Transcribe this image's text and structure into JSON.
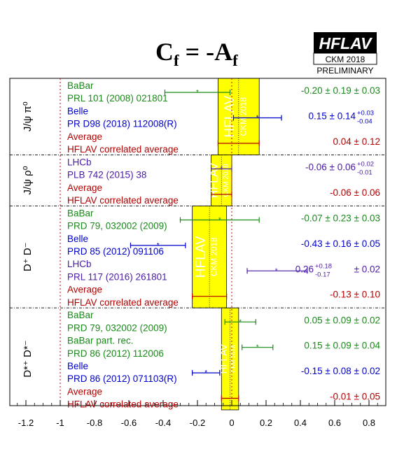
{
  "chart_data": {
    "type": "forest",
    "title": "C",
    "title_sub": "f",
    "title_mid": " = -A",
    "title_sub2": "f",
    "logo": "HFLAV",
    "logo_sub": "CKM 2018",
    "preliminary": "PRELIMINARY",
    "xlim": [
      -1.3,
      0.9
    ],
    "xticks": [
      {
        "v": -1.2,
        "label": "-1.2"
      },
      {
        "v": -1.0,
        "label": "-1"
      },
      {
        "v": -0.8,
        "label": "-0.8"
      },
      {
        "v": -0.6,
        "label": "-0.6"
      },
      {
        "v": -0.4,
        "label": "-0.4"
      },
      {
        "v": -0.2,
        "label": "-0.2"
      },
      {
        "v": 0.0,
        "label": "0"
      },
      {
        "v": 0.2,
        "label": "0.2"
      },
      {
        "v": 0.4,
        "label": "0.4"
      },
      {
        "v": 0.6,
        "label": "0.6"
      },
      {
        "v": 0.8,
        "label": "0.8"
      }
    ],
    "reference_line": -1.0,
    "zero_line": 0.0,
    "band_label": "HFLAV",
    "band_sub": "CKM 2018",
    "colors": {
      "babar": "#1a8a1a",
      "belle": "#0000cc",
      "lhcb": "#4a1aa8",
      "average": "#b40000",
      "band": "#ffff00"
    },
    "groups": [
      {
        "label": "J/ψ π⁰",
        "band": {
          "center": 0.04,
          "lo": -0.08,
          "hi": 0.16
        },
        "entries": [
          {
            "exp": "BaBar",
            "ref": "PRL 101 (2008) 021801",
            "value": -0.2,
            "lo": -0.39,
            "hi": -0.01,
            "text": "-0.20 ± 0.19 ± 0.03",
            "sup": "",
            "sub": "",
            "tail": "",
            "color": "babar"
          },
          {
            "exp": "Belle",
            "ref": "PR D98 (2018) 112008(R)",
            "value": 0.15,
            "lo": 0.01,
            "hi": 0.29,
            "text": "0.15 ± 0.14 ",
            "sup": "+0.03",
            "sub": "-0.04",
            "tail": "",
            "color": "belle"
          },
          {
            "exp": "Average",
            "ref": "HFLAV correlated average",
            "value": 0.04,
            "lo": -0.08,
            "hi": 0.16,
            "text": "0.04 ± 0.12",
            "sup": "",
            "sub": "",
            "tail": "",
            "color": "average"
          }
        ]
      },
      {
        "label": "J/ψ ρ⁰",
        "band": {
          "center": -0.06,
          "lo": -0.12,
          "hi": 0.0
        },
        "entries": [
          {
            "exp": "LHCb",
            "ref": "PLB 742 (2015) 38",
            "value": -0.06,
            "lo": -0.12,
            "hi": 0.0,
            "text": "-0.06 ± 0.06 ",
            "sup": "+0.02",
            "sub": "-0.01",
            "tail": "",
            "color": "lhcb"
          },
          {
            "exp": "Average",
            "ref": "HFLAV correlated average",
            "value": -0.06,
            "lo": -0.12,
            "hi": 0.0,
            "text": "-0.06 ± 0.06",
            "sup": "",
            "sub": "",
            "tail": "",
            "color": "average"
          }
        ]
      },
      {
        "label": "D⁺ D⁻",
        "band": {
          "center": -0.13,
          "lo": -0.23,
          "hi": -0.03
        },
        "entries": [
          {
            "exp": "BaBar",
            "ref": "PRD 79, 032002 (2009)",
            "value": -0.07,
            "lo": -0.3,
            "hi": 0.16,
            "text": "-0.07 ± 0.23 ± 0.03",
            "sup": "",
            "sub": "",
            "tail": "",
            "color": "babar"
          },
          {
            "exp": "Belle",
            "ref": "PRD 85 (2012) 091106",
            "value": -0.43,
            "lo": -0.59,
            "hi": -0.27,
            "text": "-0.43 ± 0.16 ± 0.05",
            "sup": "",
            "sub": "",
            "tail": "",
            "color": "belle"
          },
          {
            "exp": "LHCb",
            "ref": "PRL 117 (2016) 261801",
            "value": 0.26,
            "lo": 0.09,
            "hi": 0.44,
            "text": "0.26 ",
            "sup": "+0.18",
            "sub": "-0.17",
            "tail": " ± 0.02",
            "color": "lhcb"
          },
          {
            "exp": "Average",
            "ref": "HFLAV correlated average",
            "value": -0.13,
            "lo": -0.23,
            "hi": -0.03,
            "text": "-0.13 ± 0.10",
            "sup": "",
            "sub": "",
            "tail": "",
            "color": "average"
          }
        ]
      },
      {
        "label": "D*⁺ D*⁻",
        "band": {
          "center": -0.01,
          "lo": -0.06,
          "hi": 0.04
        },
        "entries": [
          {
            "exp": "BaBar",
            "ref": "PRD 79, 032002 (2009)",
            "value": 0.05,
            "lo": -0.04,
            "hi": 0.14,
            "text": "0.05 ± 0.09 ± 0.02",
            "sup": "",
            "sub": "",
            "tail": "",
            "color": "babar"
          },
          {
            "exp": "BaBar part. rec.",
            "ref": "PRD 86 (2012) 112006",
            "value": 0.15,
            "lo": 0.06,
            "hi": 0.24,
            "text": "0.15 ± 0.09 ± 0.04",
            "sup": "",
            "sub": "",
            "tail": "",
            "color": "babar"
          },
          {
            "exp": "Belle",
            "ref": "PRD 86 (2012) 071103(R)",
            "value": -0.15,
            "lo": -0.23,
            "hi": -0.07,
            "text": "-0.15 ± 0.08 ± 0.02",
            "sup": "",
            "sub": "",
            "tail": "",
            "color": "belle"
          },
          {
            "exp": "Average",
            "ref": "HFLAV correlated average",
            "value": -0.01,
            "lo": -0.06,
            "hi": 0.04,
            "text": "-0.01 ± 0.05",
            "sup": "",
            "sub": "",
            "tail": "",
            "color": "average"
          }
        ]
      }
    ]
  }
}
